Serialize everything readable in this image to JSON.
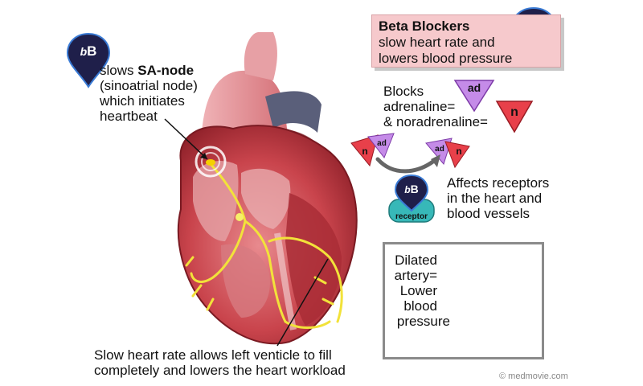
{
  "title_box": {
    "title": "Beta Blockers",
    "line1": "slow heart rate and",
    "line2": "lowers blood pressure"
  },
  "marker_label": "bB",
  "receptor_label": "receptor",
  "sa_node": {
    "line1_prefix": "slows ",
    "line1_bold": "SA-node",
    "line2": "(sinoatrial node)",
    "line3": "which initiates",
    "line4": "heartbeat"
  },
  "blocks": {
    "line1": "Blocks",
    "line2": "adrenaline=",
    "line3": "& noradrenaline="
  },
  "badges": {
    "adrenaline": "ad",
    "noradrenaline": "n"
  },
  "receptors_text": {
    "line1": "Affects receptors",
    "line2": "in the heart and",
    "line3": "blood vessels"
  },
  "artery_text": {
    "line1": "Dilated",
    "line2": "artery=",
    "line3": "Lower",
    "line4": "blood",
    "line5": "pressure"
  },
  "bottom_caption": {
    "line1": "Slow heart rate allows left venticle to fill",
    "line2": "completely and lowers the heart workload"
  },
  "copyright": "© medmovie.com",
  "colors": {
    "title_bg": "#f6c9cc",
    "marker": "#1f1f4a",
    "marker_ring": "#3a7bd5",
    "ad_badge": "#c58be8",
    "n_badge": "#e8404a",
    "receptor": "#37b8b8",
    "heart": "#c8414a",
    "conduction": "#f2e23a"
  }
}
